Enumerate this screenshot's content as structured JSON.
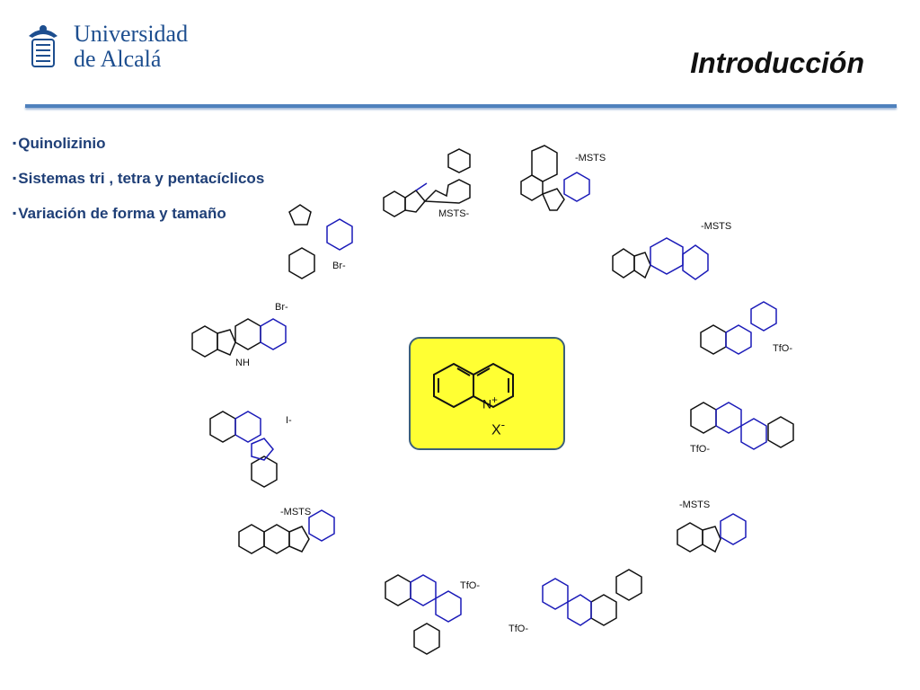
{
  "header": {
    "logo_line1": "Universidad",
    "logo_line2": "de Alcalá",
    "title": "Introducción"
  },
  "bullets": [
    "Quinolizinio",
    "Sistemas tri , tetra y pentacíclicos",
    "Variación de forma y tamaño"
  ],
  "center": {
    "cation": "N",
    "charge": "+",
    "anion": "X",
    "anion_charge": "-"
  },
  "labels": {
    "mol1": "MSTS-",
    "mol2": "-MSTS",
    "mol3": "-MSTS",
    "mol4": "TfO-",
    "mol5": "TfO-",
    "mol6": "-MSTS",
    "mol7": "TfO-",
    "mol8": "TfO-",
    "mol9": "-MSTS",
    "mol10": "I-",
    "mol11": "Br-",
    "mol12": "Br-",
    "nh": "NH"
  },
  "colors": {
    "accent": "#4f81bd",
    "ring_blue": "#1a1ab8",
    "box": "#ffff33"
  }
}
